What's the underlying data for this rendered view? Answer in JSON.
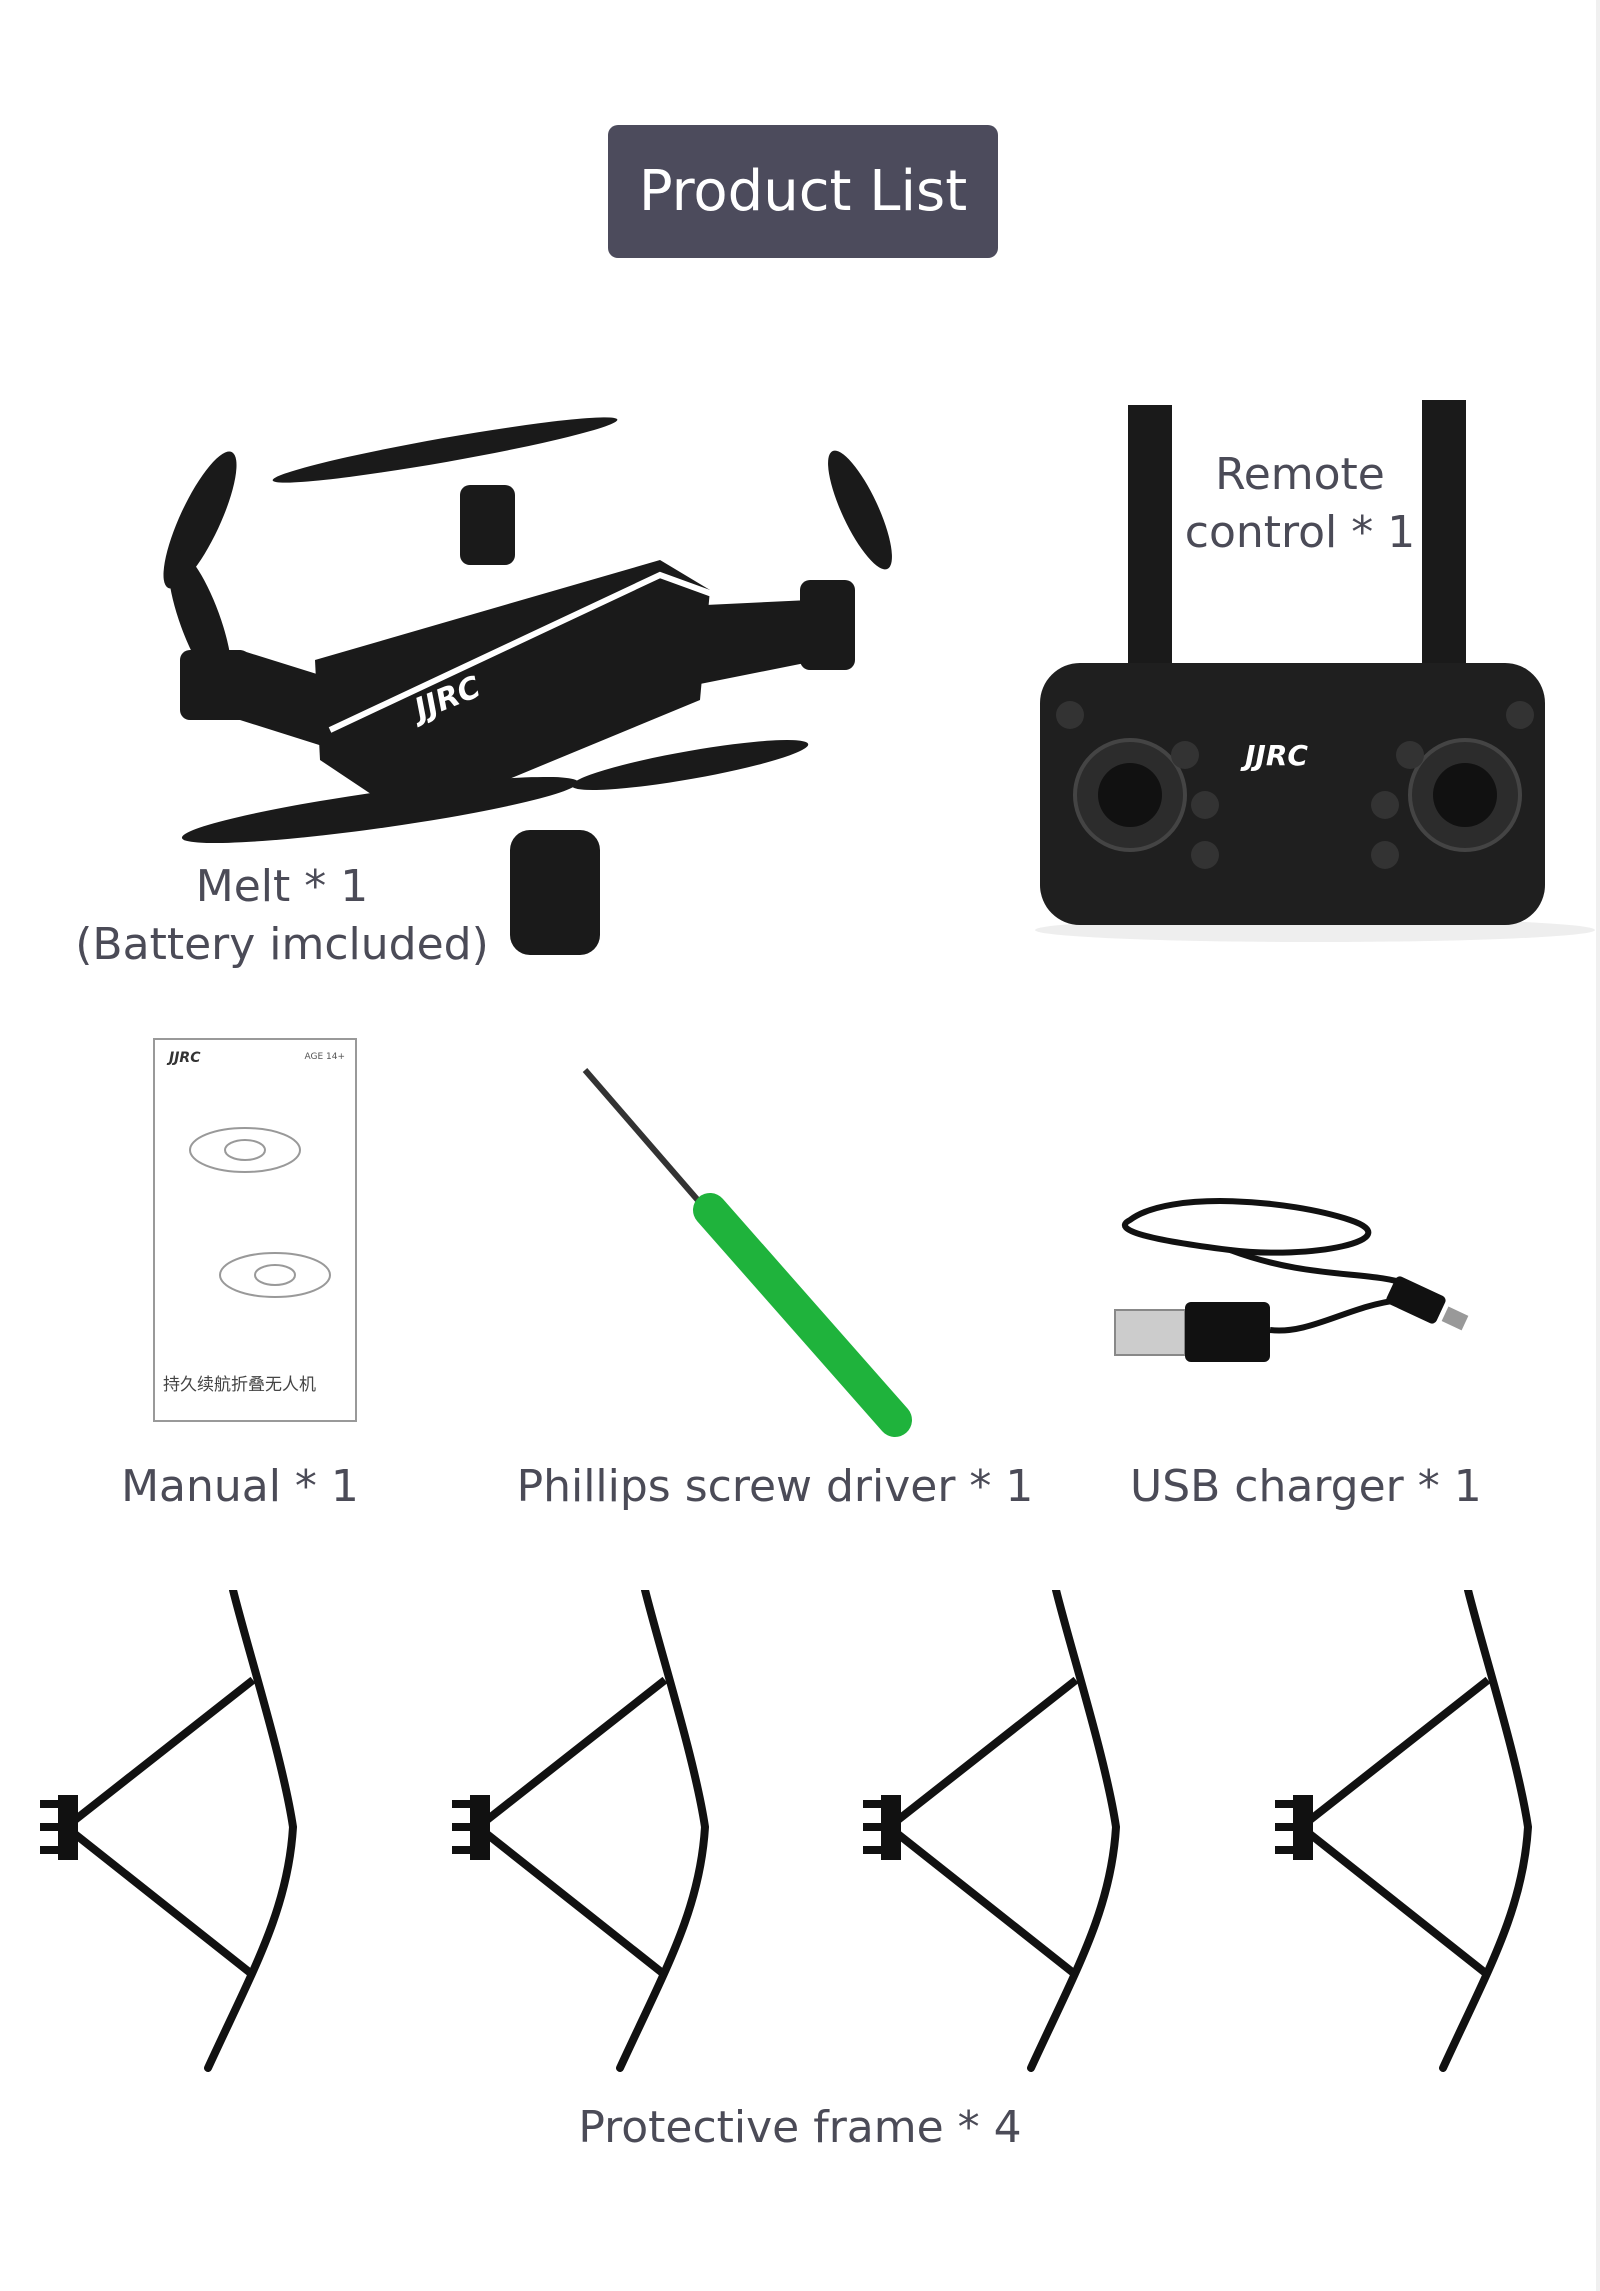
{
  "header": {
    "title": "Product List"
  },
  "items": [
    {
      "name": "drone",
      "label_line1": "Melt * 1",
      "label_line2": "(Battery imcluded)",
      "brand": "JJRC"
    },
    {
      "name": "remote",
      "label_line1": "Remote",
      "label_line2": "control * 1",
      "brand": "JJRC"
    },
    {
      "name": "manual",
      "label": "Manual * 1",
      "brand": "JJRC",
      "age": "AGE 14+",
      "cover_text": "持久续航折叠无人机"
    },
    {
      "name": "screwdriver",
      "label": "Phillips screw driver * 1"
    },
    {
      "name": "usb-charger",
      "label": "USB charger * 1"
    },
    {
      "name": "protective-frames",
      "label": "Protective frame * 4",
      "count": 4
    }
  ],
  "colors": {
    "title_bg": "#4c4b5c",
    "text": "#4b4b57",
    "screwdriver_handle": "#1fb33c"
  }
}
